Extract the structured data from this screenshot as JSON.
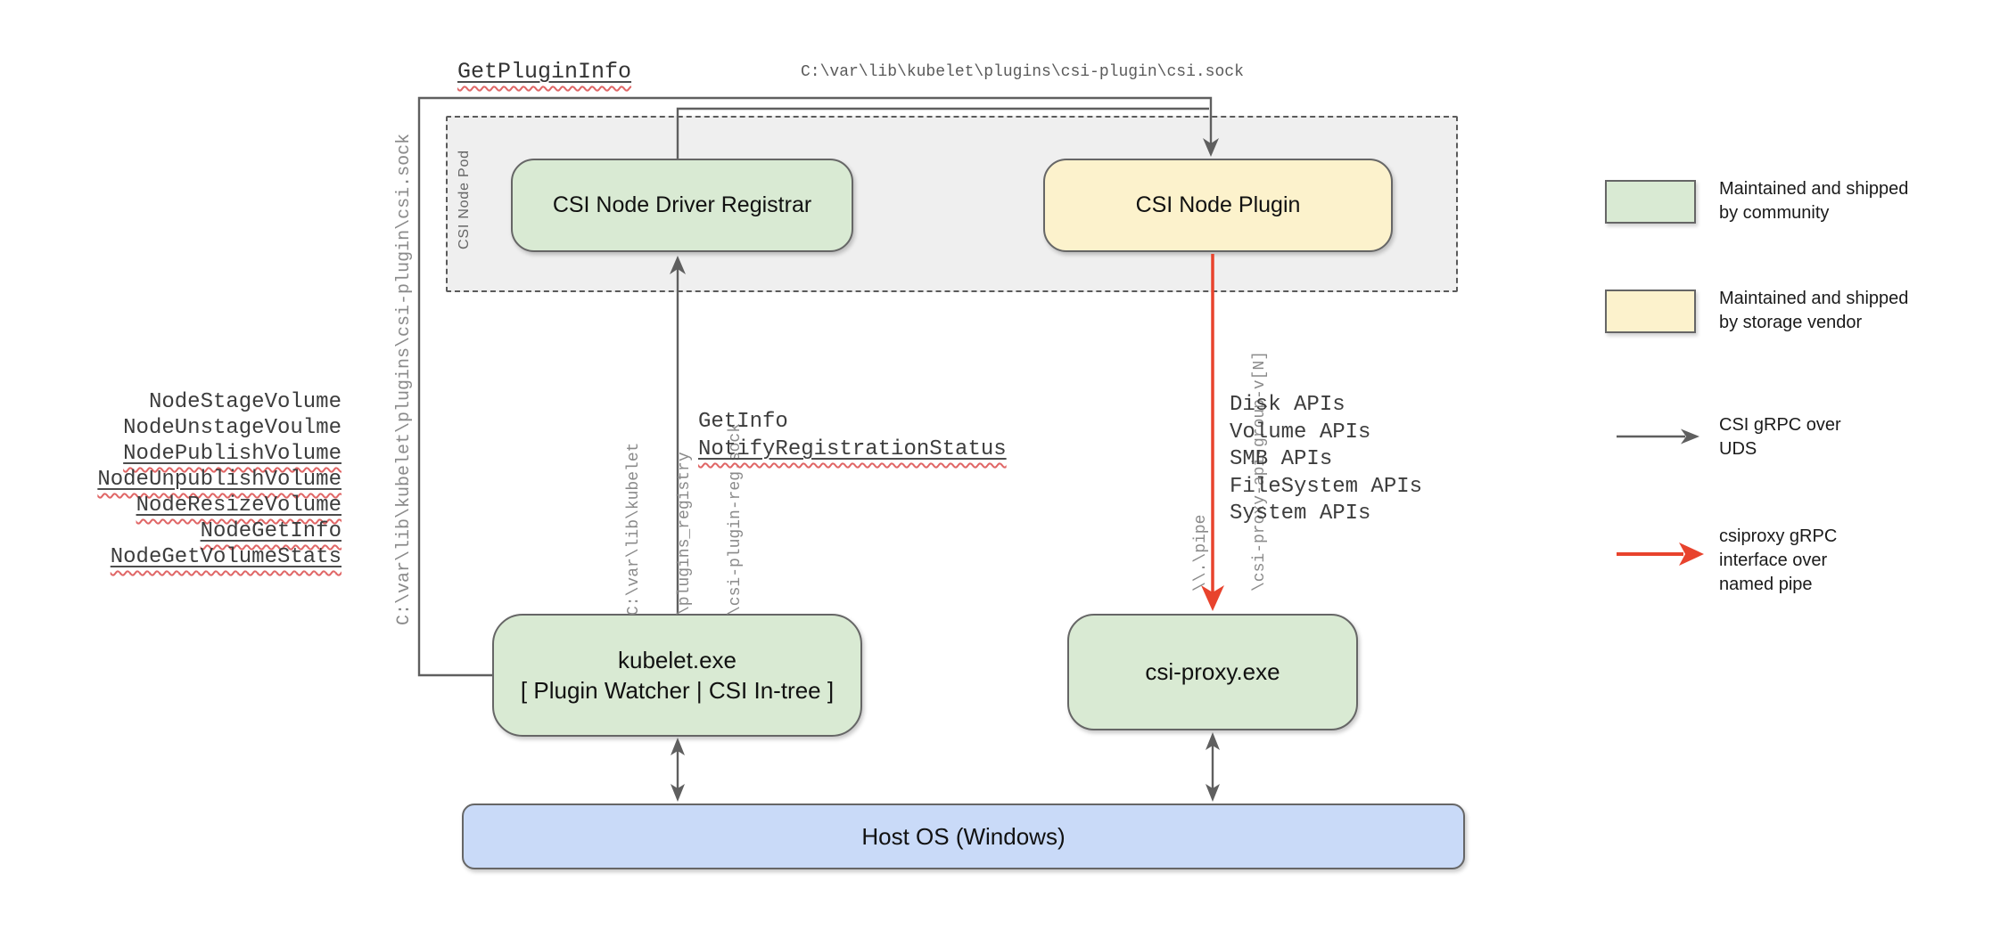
{
  "diagram": {
    "pod_label": "CSI Node Pod",
    "nodes": {
      "registrar": "CSI Node Driver Registrar",
      "plugin": "CSI Node Plugin",
      "kubelet_line1": "kubelet.exe",
      "kubelet_line2": "[ Plugin Watcher | CSI In-tree ]",
      "csi_proxy": "csi-proxy.exe",
      "host_os": "Host OS (Windows)"
    },
    "labels": {
      "get_plugin_info": "GetPluginInfo",
      "csi_sock_top": "C:\\var\\lib\\kubelet\\plugins\\csi-plugin\\csi.sock",
      "csi_sock_left": "C:\\var\\lib\\kubelet\\plugins\\csi-plugin\\csi.sock"
    },
    "reg_sock_lines": [
      "C:\\var\\lib\\kubelet",
      "\\plugins_registry",
      "\\csi-plugin-reg.sock"
    ],
    "pipe_lines": [
      "\\\\.\\pipe",
      "\\csi-proxy-api-group-v[N]"
    ],
    "node_calls": [
      {
        "text": "NodeStageVolume",
        "squiggle": false
      },
      {
        "text": "NodeUnstageVoulme",
        "squiggle": false
      },
      {
        "text": "NodePublishVolume",
        "squiggle": true
      },
      {
        "text": "NodeUnpublishVolume",
        "squiggle": true
      },
      {
        "text": "NodeResizeVolume",
        "squiggle": true
      },
      {
        "text": "NodeGetInfo",
        "squiggle": true
      },
      {
        "text": "NodeGetVolumeStats",
        "squiggle": true
      }
    ],
    "registration_calls": [
      "GetInfo",
      "NotifyRegistrationStatus"
    ],
    "api_calls": [
      "Disk APIs",
      "Volume APIs",
      "SMB APIs",
      "FileSystem APIs",
      "System APIs"
    ]
  },
  "legend": {
    "community": "Maintained and shipped\nby community",
    "vendor": "Maintained and shipped\nby storage vendor",
    "uds": "CSI gRPC over\nUDS",
    "named_pipe": "csiproxy gRPC\ninterface over\nnamed pipe"
  },
  "colors": {
    "community_green": "#d9ead3",
    "vendor_yellow": "#fcf2cc",
    "host_blue": "#c9daf8",
    "pod_gray": "#efefef",
    "connector_gray": "#5f5f5f",
    "csiproxy_red": "#e8432d",
    "squiggle_red": "#e06666"
  }
}
